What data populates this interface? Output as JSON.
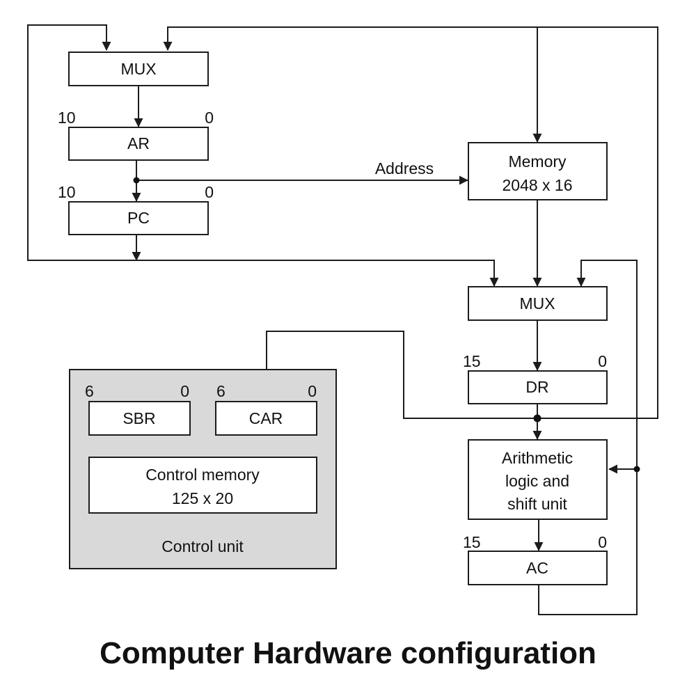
{
  "title": "Computer Hardware configuration",
  "colors": {
    "wire": "#1c1c1c",
    "box_fill": "#ffffff",
    "control_unit_fill": "#d9d9d9",
    "text": "#111111",
    "background": "#ffffff"
  },
  "registers": {
    "mux_top": {
      "label": "MUX"
    },
    "ar": {
      "label": "AR",
      "high_bit": "10",
      "low_bit": "0"
    },
    "pc": {
      "label": "PC",
      "high_bit": "10",
      "low_bit": "0"
    },
    "memory": {
      "name": "Memory",
      "size": "2048 x 16"
    },
    "mux_right": {
      "label": "MUX"
    },
    "dr": {
      "label": "DR",
      "high_bit": "15",
      "low_bit": "0"
    },
    "alu": {
      "line1": "Arithmetic",
      "line2": "logic and",
      "line3": "shift unit"
    },
    "ac": {
      "label": "AC",
      "high_bit": "15",
      "low_bit": "0"
    }
  },
  "control_unit": {
    "label": "Control unit",
    "sbr": {
      "label": "SBR",
      "high_bit": "6",
      "low_bit": "0"
    },
    "car": {
      "label": "CAR",
      "high_bit": "6",
      "low_bit": "0"
    },
    "control_memory": {
      "name": "Control memory",
      "size": "125 x 20"
    }
  },
  "annotations": {
    "address": "Address"
  }
}
